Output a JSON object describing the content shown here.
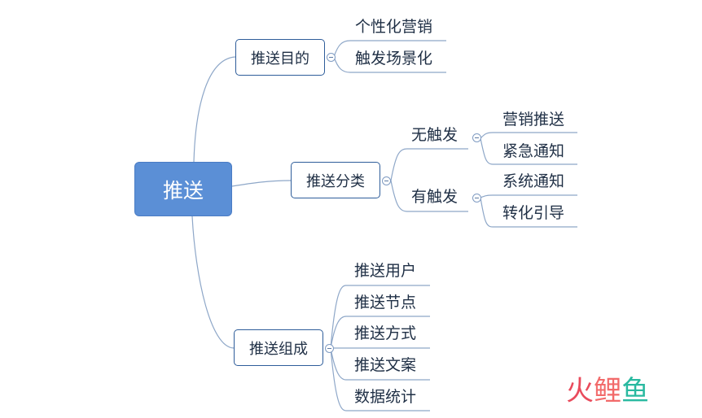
{
  "root": {
    "label": "推送"
  },
  "branches": {
    "purpose": {
      "label": "推送目的",
      "items": [
        "个性化营销",
        "触发场景化"
      ]
    },
    "category": {
      "label": "推送分类",
      "groups": [
        {
          "label": "无触发",
          "items": [
            "营销推送",
            "紧急通知"
          ]
        },
        {
          "label": "有触发",
          "items": [
            "系统通知",
            "转化引导"
          ]
        }
      ]
    },
    "composition": {
      "label": "推送组成",
      "items": [
        "推送用户",
        "推送节点",
        "推送方式",
        "推送文案",
        "数据统计"
      ]
    }
  },
  "watermark": {
    "chars": [
      "火",
      "鲤",
      "鱼"
    ],
    "colors": [
      "#e94b5c",
      "#f26a6a",
      "#29b9a0"
    ]
  },
  "colors": {
    "connector": "#8ea7c8",
    "root_fill": "#5b8fd6",
    "node_border": "#2e5d9a",
    "text": "#1f2f45"
  }
}
